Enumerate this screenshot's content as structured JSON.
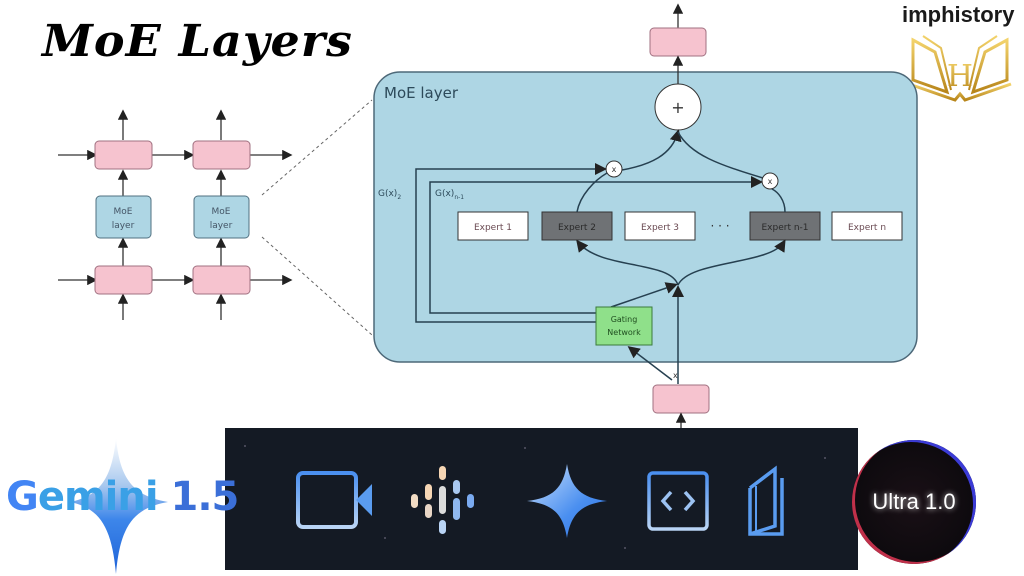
{
  "header": {
    "title": "MoE Layers",
    "brand": "imphistory"
  },
  "diagram": {
    "left_stack": {
      "moe_label_line1": "MoE",
      "moe_label_line2": "layer"
    },
    "moe_layer_title": "MoE layer",
    "plus_symbol": "+",
    "times_symbol": "x",
    "gate_label_left": "G(x)",
    "gate_sub_left": "2",
    "gate_label_right": "G(x)",
    "gate_sub_right": "n-1",
    "experts": [
      {
        "label": "Expert 1",
        "active": false
      },
      {
        "label": "Expert 2",
        "active": true
      },
      {
        "label": "Expert 3",
        "active": false
      },
      {
        "label": "Expert n-1",
        "active": true
      },
      {
        "label": "Expert n",
        "active": false
      }
    ],
    "ellipsis": "· · ·",
    "gating_line1": "Gating",
    "gating_line2": "Network",
    "input_label": "x",
    "colors": {
      "moe_bg": "#aed6e4",
      "pink": "#f6c3cf",
      "green": "#8fe08a",
      "active_expert": "#6f7275",
      "gold": "#d4a52a"
    }
  },
  "bottom_bar": {
    "icons": [
      "video-camera-icon",
      "audio-wave-icon",
      "sparkle-icon",
      "code-brackets-icon",
      "book-icon"
    ]
  },
  "gemini": {
    "letter_G": "G",
    "rest": "emini",
    "version": " 1.5"
  },
  "ultra": {
    "label": "Ultra 1.0"
  }
}
